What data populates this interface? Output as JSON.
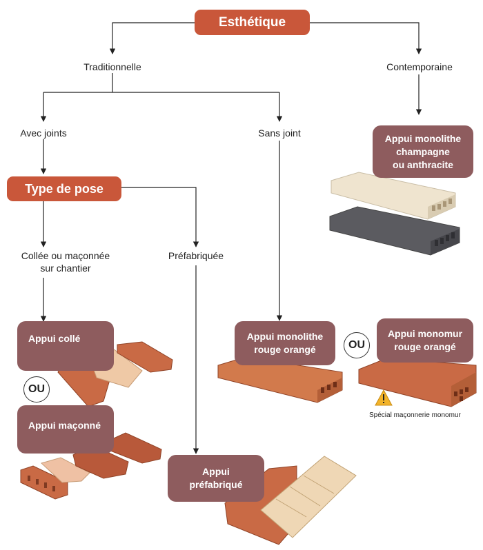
{
  "root": "Esthétique",
  "branches": {
    "traditional": "Traditionnelle",
    "contemporary": "Contemporaine",
    "with_joints": "Avec joints",
    "without_joint": "Sans joint"
  },
  "pose": {
    "title": "Type de pose",
    "glued_or_masonry_line1": "Collée ou maçonnée",
    "glued_or_masonry_line2": "sur chantier",
    "prefab": "Préfabriquée"
  },
  "products": {
    "monolithe_champagne_line1": "Appui monolithe",
    "monolithe_champagne_line2": "champagne",
    "monolithe_champagne_line3": "ou anthracite",
    "colle": "Appui collé",
    "maconne": "Appui maçonné",
    "prefabrique_line1": "Appui",
    "prefabrique_line2": "préfabriqué",
    "monolithe_rouge_line1": "Appui monolithe",
    "monolithe_rouge_line2": "rouge orangé",
    "monomur_line1": "Appui monomur",
    "monomur_line2": "rouge orangé"
  },
  "or_label": "OU",
  "warning_note": "Spécial maçonnerie monomur",
  "colors": {
    "accent_pill": "#c9573a",
    "product_card": "#8e5c5e",
    "terracotta": "#c96a45",
    "champagne": "#efe4cf",
    "anthracite": "#5b5b60"
  }
}
